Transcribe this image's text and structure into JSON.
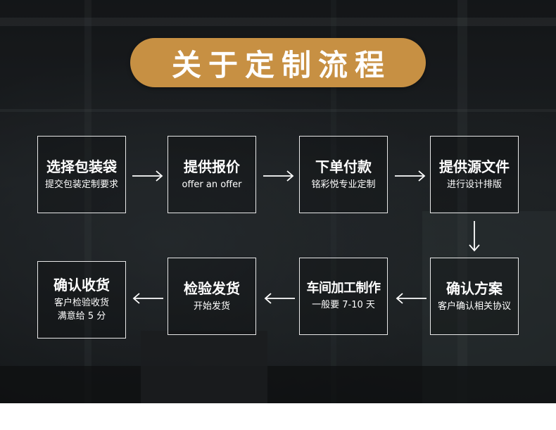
{
  "title": "关于定制流程",
  "steps": [
    {
      "title": "选择包装袋",
      "desc": "提交包装定制要求"
    },
    {
      "title": "提供报价",
      "desc": "offer an offer"
    },
    {
      "title": "下单付款",
      "desc": "铭彩悦专业定制"
    },
    {
      "title": "提供源文件",
      "desc": "进行设计排版"
    },
    {
      "title": "确认方案",
      "desc": "客户确认相关协议"
    },
    {
      "title": "车间加工制作",
      "desc": "一般要 7-10 天"
    },
    {
      "title": "检验发货",
      "desc": "开始发货"
    },
    {
      "title": "确认收货",
      "desc": "客户检验收货",
      "desc2": "满意给 5 分"
    }
  ],
  "colors": {
    "accent": "#c79043",
    "text": "#ffffff",
    "border": "#e8e8e8"
  },
  "icons": [
    "arrow-right-icon",
    "arrow-down-icon",
    "arrow-left-icon"
  ]
}
